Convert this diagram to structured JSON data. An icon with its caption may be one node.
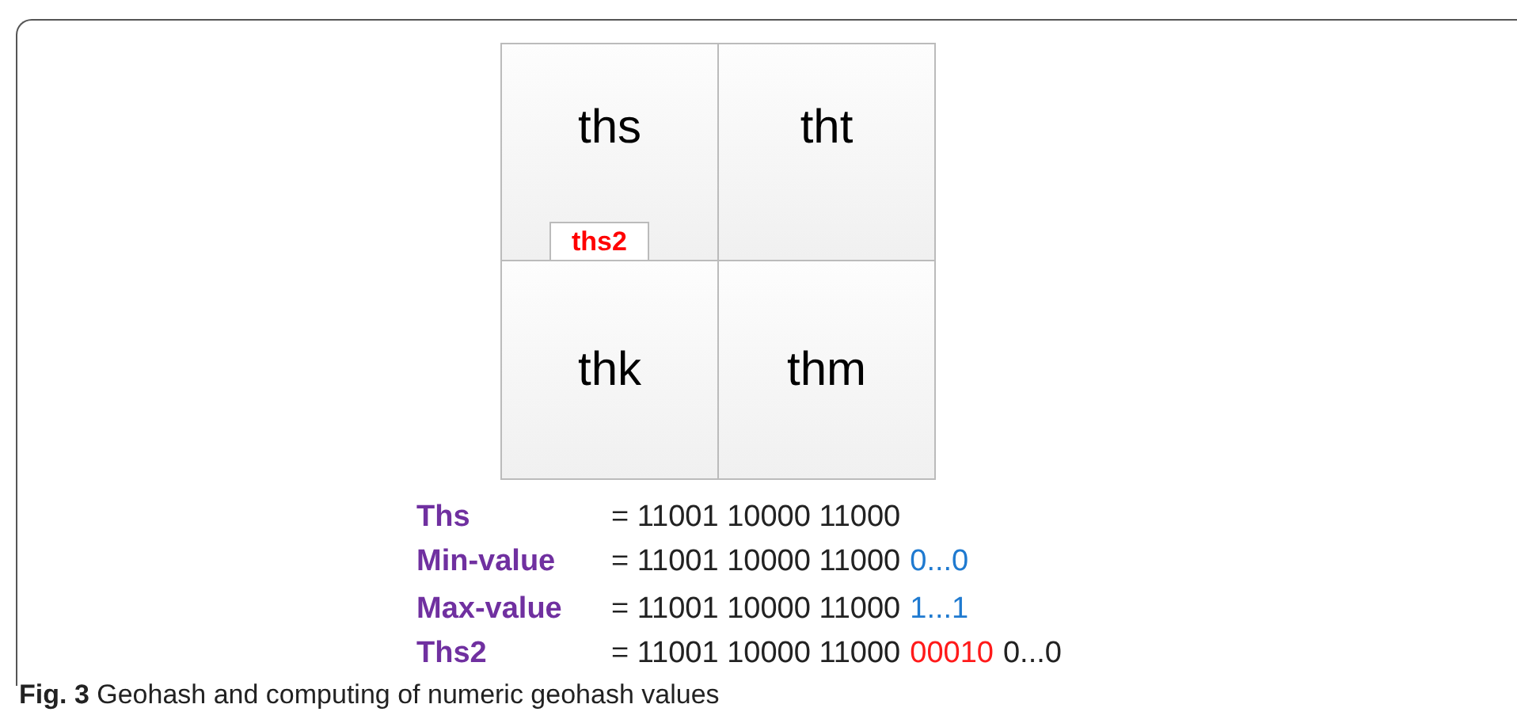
{
  "diagram": {
    "caption": "**Fig. 3** Geohash and computing of numeric geohash values",
    "nodes": [
      {
        "text": [
          "ths"
        ]
      },
      {
        "text": [
          "tht"
        ]
      },
      {
        "text": [
          "thk"
        ]
      },
      {
        "text": [
          "thm"
        ]
      },
      {
        "text": [
          "ths2"
        ],
        "in": 0
      }
    ],
    "labels": [
      "Ths",
      "= 11001 10000 11000",
      "Min-value",
      "= 11001 10000 11000",
      "0...0",
      "Max-value",
      "= 11001 10000 11000",
      "1...1",
      "Ths2",
      "= 11001 10000 11000",
      "00010",
      "0...0"
    ]
  }
}
